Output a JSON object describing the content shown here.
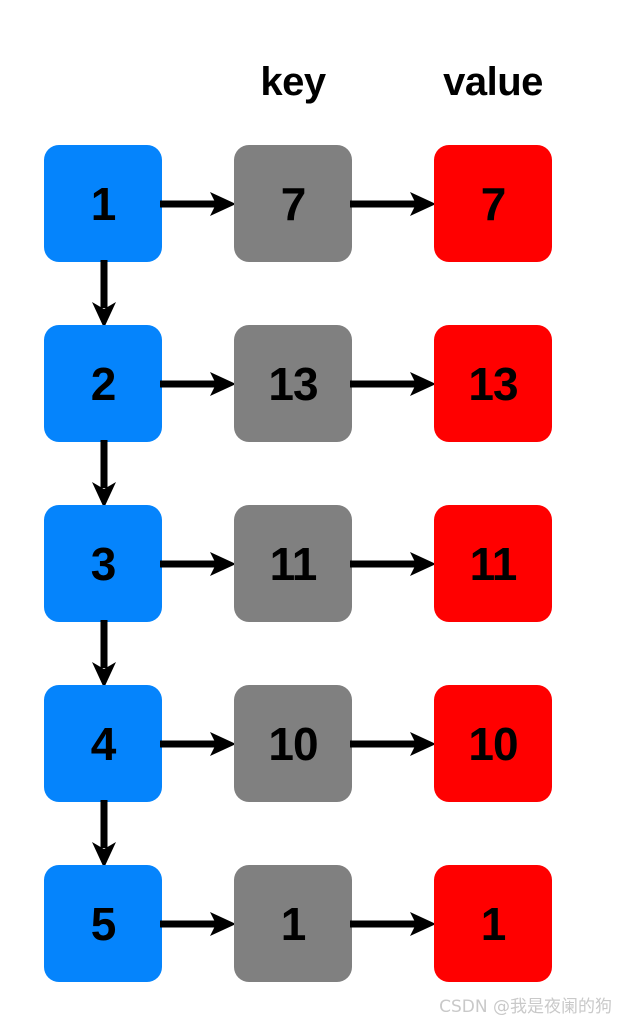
{
  "diagram": {
    "type": "flow-table",
    "title": "",
    "columns": [
      {
        "id": "index",
        "header": "",
        "color": "#0584fc"
      },
      {
        "id": "key",
        "header": "key",
        "color": "#808080"
      },
      {
        "id": "value",
        "header": "value",
        "color": "#ff0000"
      }
    ],
    "headers": {
      "key": "key",
      "value": "value"
    },
    "rows": [
      {
        "index": "1",
        "key": "7",
        "value": "7"
      },
      {
        "index": "2",
        "key": "13",
        "value": "13"
      },
      {
        "index": "3",
        "key": "11",
        "value": "11"
      },
      {
        "index": "4",
        "key": "10",
        "value": "10"
      },
      {
        "index": "5",
        "key": "1",
        "value": "1"
      }
    ],
    "connectors": {
      "horizontal_icon": "arrow-right-icon",
      "vertical_icon": "arrow-down-icon",
      "color": "#000000"
    }
  },
  "watermark": {
    "text": "CSDN @我是夜阑的狗",
    "color": "#c9c9c9"
  }
}
